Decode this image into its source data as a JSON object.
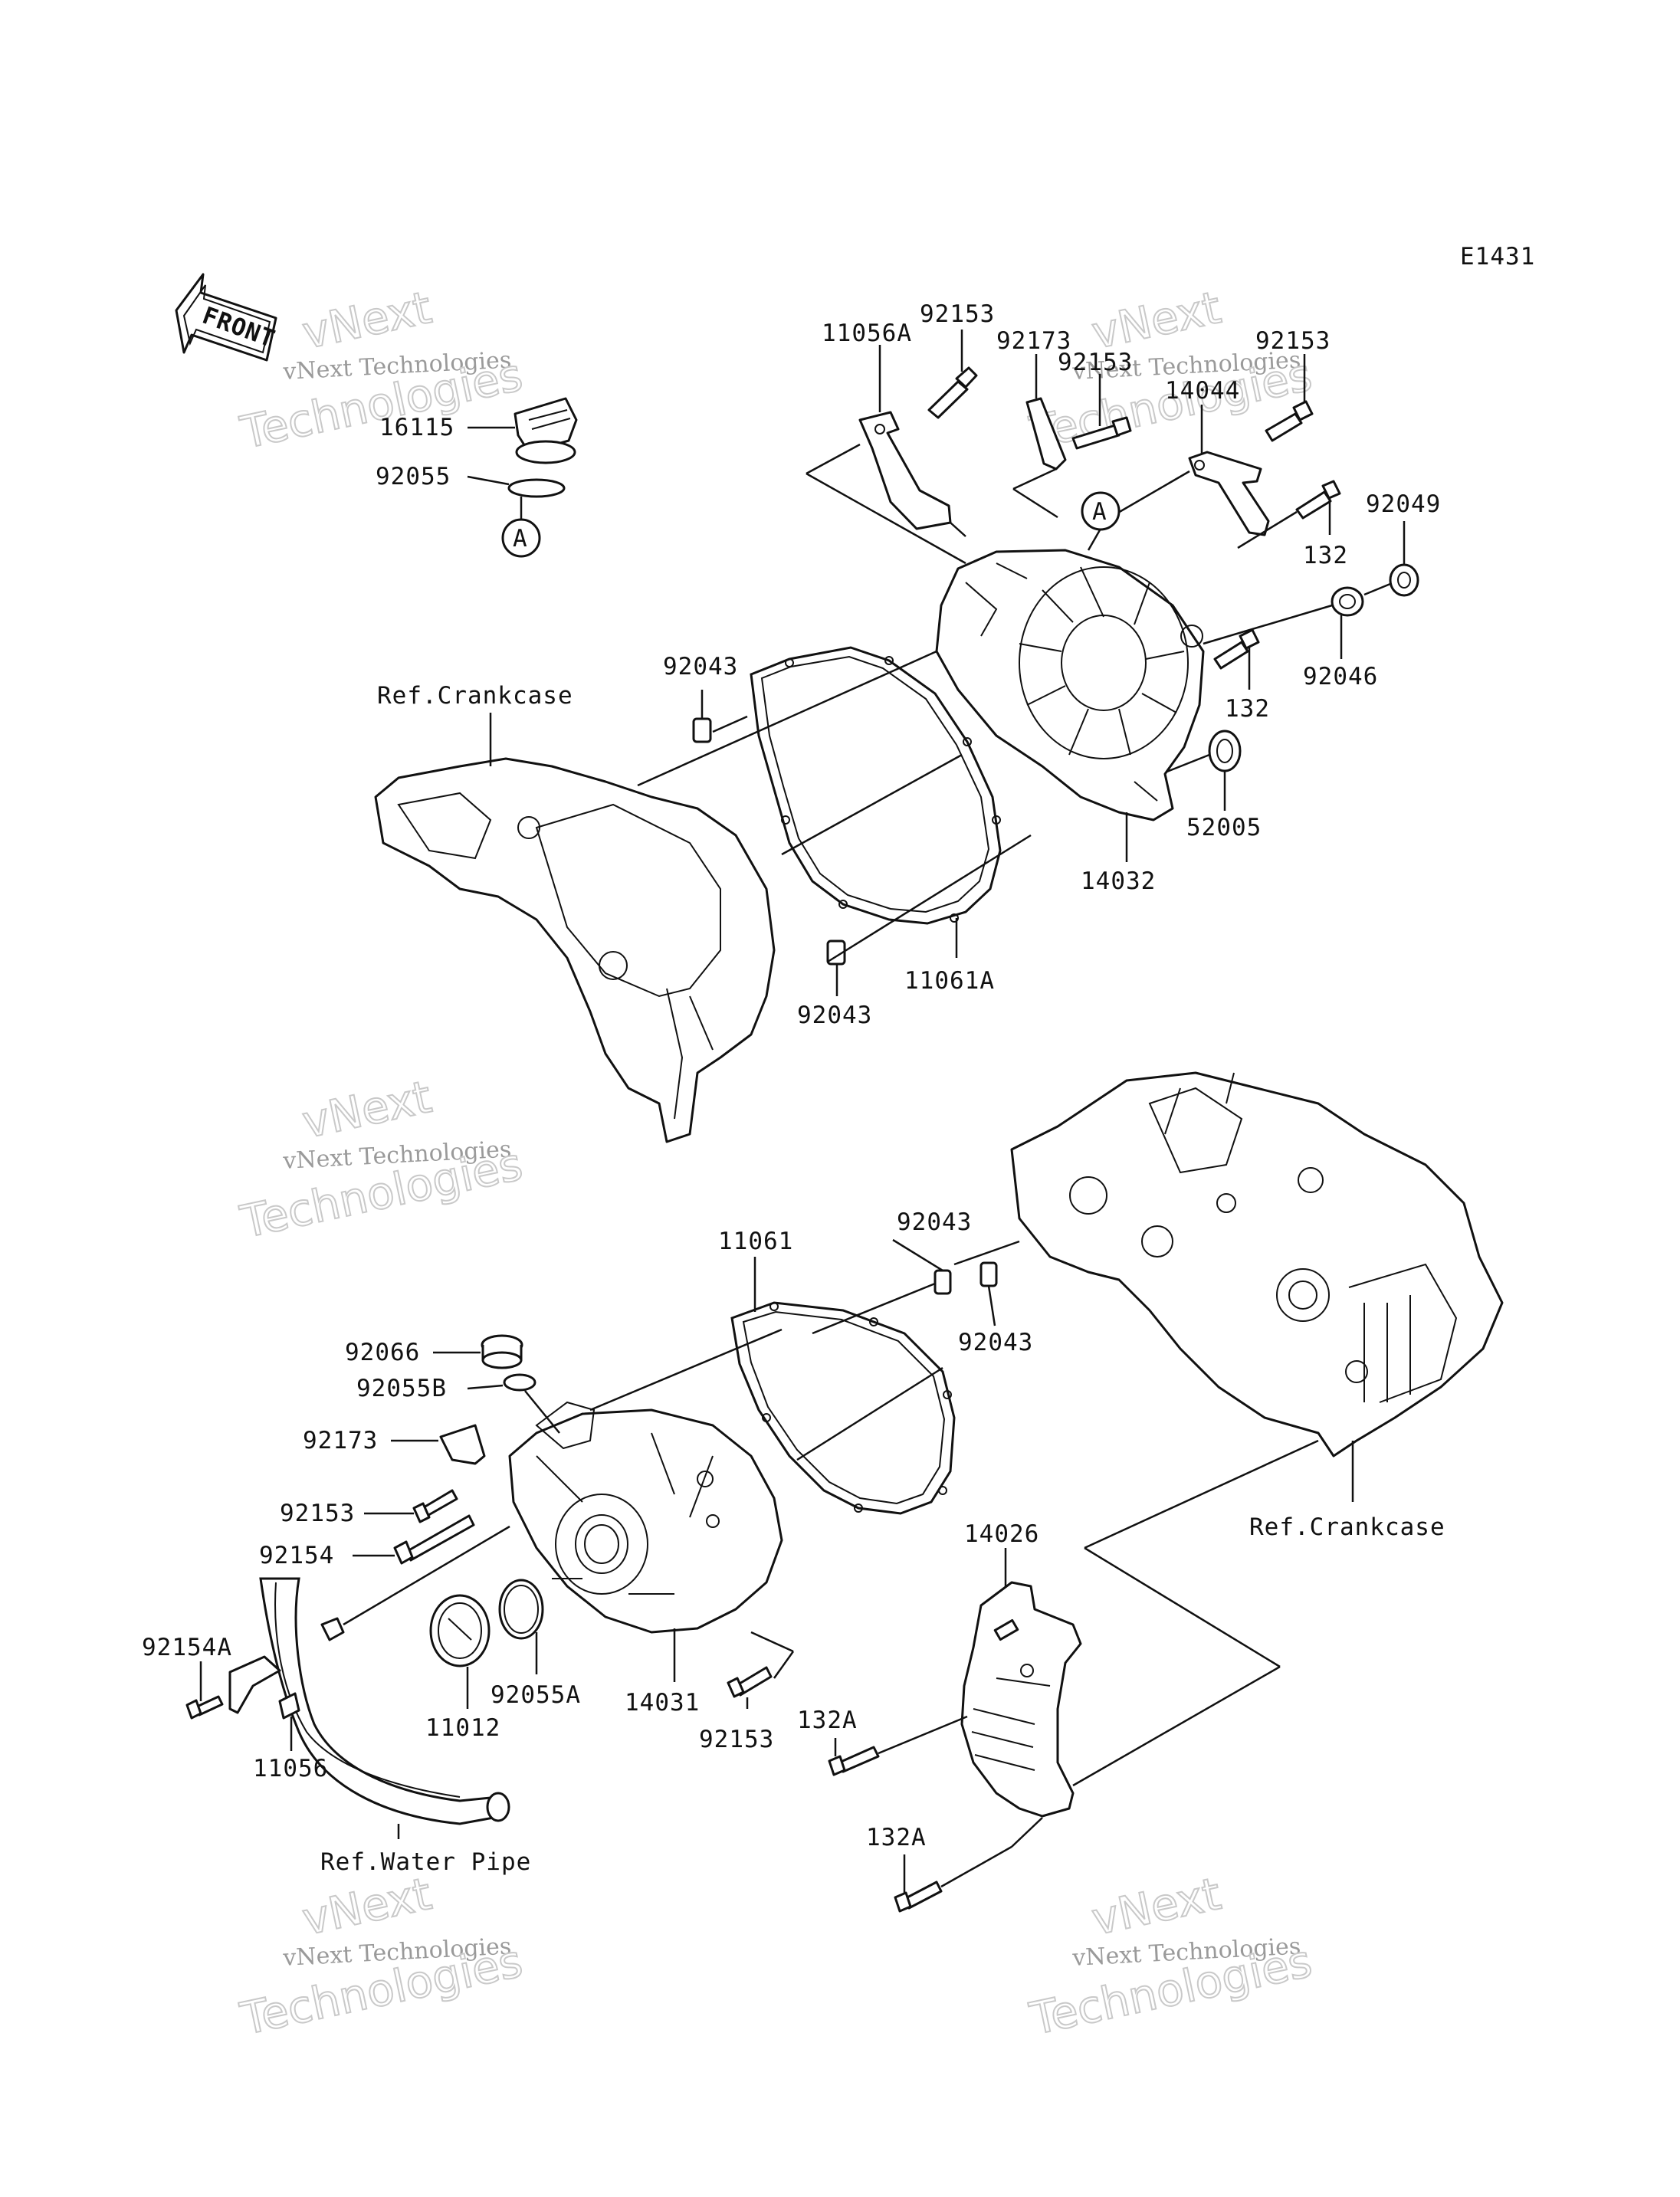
{
  "diagram_code": "E1431",
  "front_arrow_label": "FRONT",
  "watermark": {
    "line1": "vNext",
    "line2": "vNext Technologies",
    "line3": "Technologies"
  },
  "callout_letter": "A",
  "refs": {
    "crankcase_top": "Ref.Crankcase",
    "crankcase_bottom": "Ref.Crankcase",
    "water_pipe": "Ref.Water Pipe"
  },
  "parts": {
    "p16115": "16115",
    "p92055": "92055",
    "p92153_a": "92153",
    "p11056A": "11056A",
    "p92173_a": "92173",
    "p92153_b": "92153",
    "p92153_c": "92153",
    "p14044": "14044",
    "p92049": "92049",
    "p132_a": "132",
    "p92046": "92046",
    "p132_b": "132",
    "p92043_a": "92043",
    "p52005": "52005",
    "p14032": "14032",
    "p11061A": "11061A",
    "p92043_b": "92043",
    "p11061": "11061",
    "p92043_c": "92043",
    "p92043_d": "92043",
    "p92066": "92066",
    "p92055B": "92055B",
    "p92173_b": "92173",
    "p92153_d": "92153",
    "p92154": "92154",
    "p92154A": "92154A",
    "p11056": "11056",
    "p11012": "11012",
    "p92055A": "92055A",
    "p14031": "14031",
    "p92153_e": "92153",
    "p14026": "14026",
    "p132A_a": "132A",
    "p132A_b": "132A"
  }
}
